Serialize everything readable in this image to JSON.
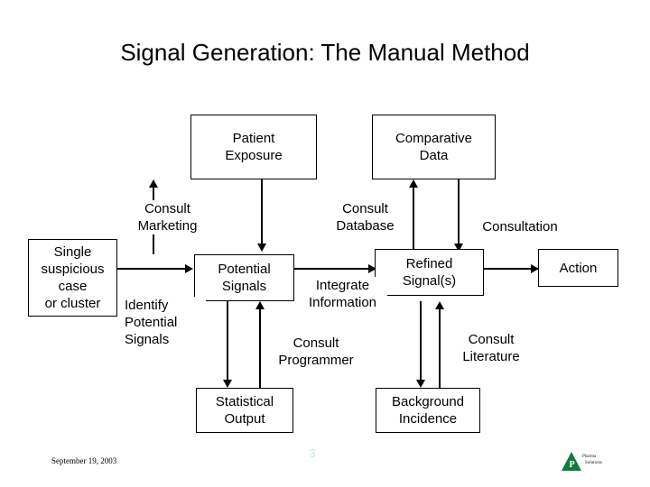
{
  "slide": {
    "title": "Signal Generation: The Manual Method",
    "page_number": "3",
    "date": "September 19, 2003",
    "colors": {
      "background": "#ffffff",
      "line": "#000000",
      "text": "#000000",
      "page_number": "#b9ecec",
      "logo_green": "#117a3d"
    }
  },
  "logo": {
    "letter": "P",
    "line1": "Pharma",
    "line2": "Solutions"
  },
  "boxes": {
    "patient_exposure": "Patient\nExposure",
    "comparative_data": "Comparative\nData",
    "single_suspicious": "Single\nsuspicious\ncase\nor cluster",
    "potential_signals": "Potential\nSignals",
    "refined_signals": "Refined\nSignal(s)",
    "action": "Action",
    "statistical_output": "Statistical\nOutput",
    "background_incidence": "Background\nIncidence"
  },
  "edge_labels": {
    "consult_marketing": "Consult\nMarketing",
    "consult_database": "Consult\nDatabase",
    "consultation": "Consultation",
    "identify_potential_signals": "Identify\nPotential\nSignals",
    "integrate_information": "Integrate\nInformation",
    "consult_programmer": "Consult\nProgrammer",
    "consult_literature": "Consult\nLiterature"
  }
}
